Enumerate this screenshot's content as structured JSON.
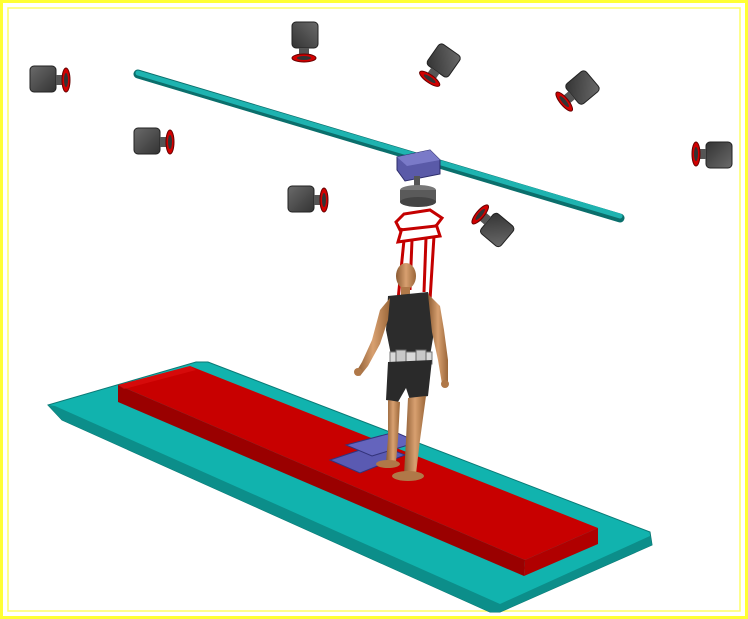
{
  "scene": {
    "frame_color": "#ffff33",
    "background": "#ffffff",
    "colors": {
      "platform": "#13b1ac",
      "platform_edge": "#0b7d79",
      "walkway": "#c10000",
      "walkway_dark": "#8a0000",
      "rail": "#1aa6a3",
      "carriage": "#5a5aa8",
      "harness": "#c40000",
      "force_plate": "#5b5bb0",
      "camera_body": "#4a4a4a",
      "camera_lens": "#d10000",
      "skin": "#c78b5a",
      "clothing": "#2c2c2c"
    },
    "cameras": [
      {
        "name": "camera-1",
        "icon": "motion-capture-camera-icon"
      },
      {
        "name": "camera-2",
        "icon": "motion-capture-camera-icon"
      },
      {
        "name": "camera-3",
        "icon": "motion-capture-camera-icon"
      },
      {
        "name": "camera-4",
        "icon": "motion-capture-camera-icon"
      },
      {
        "name": "camera-5",
        "icon": "motion-capture-camera-icon"
      },
      {
        "name": "camera-6",
        "icon": "motion-capture-camera-icon"
      },
      {
        "name": "camera-7",
        "icon": "motion-capture-camera-icon"
      },
      {
        "name": "camera-8",
        "icon": "motion-capture-camera-icon"
      }
    ],
    "components": [
      "overhead-rail",
      "rail-carriage",
      "harness-support",
      "human-subject",
      "force-plates",
      "walkway",
      "platform"
    ]
  }
}
